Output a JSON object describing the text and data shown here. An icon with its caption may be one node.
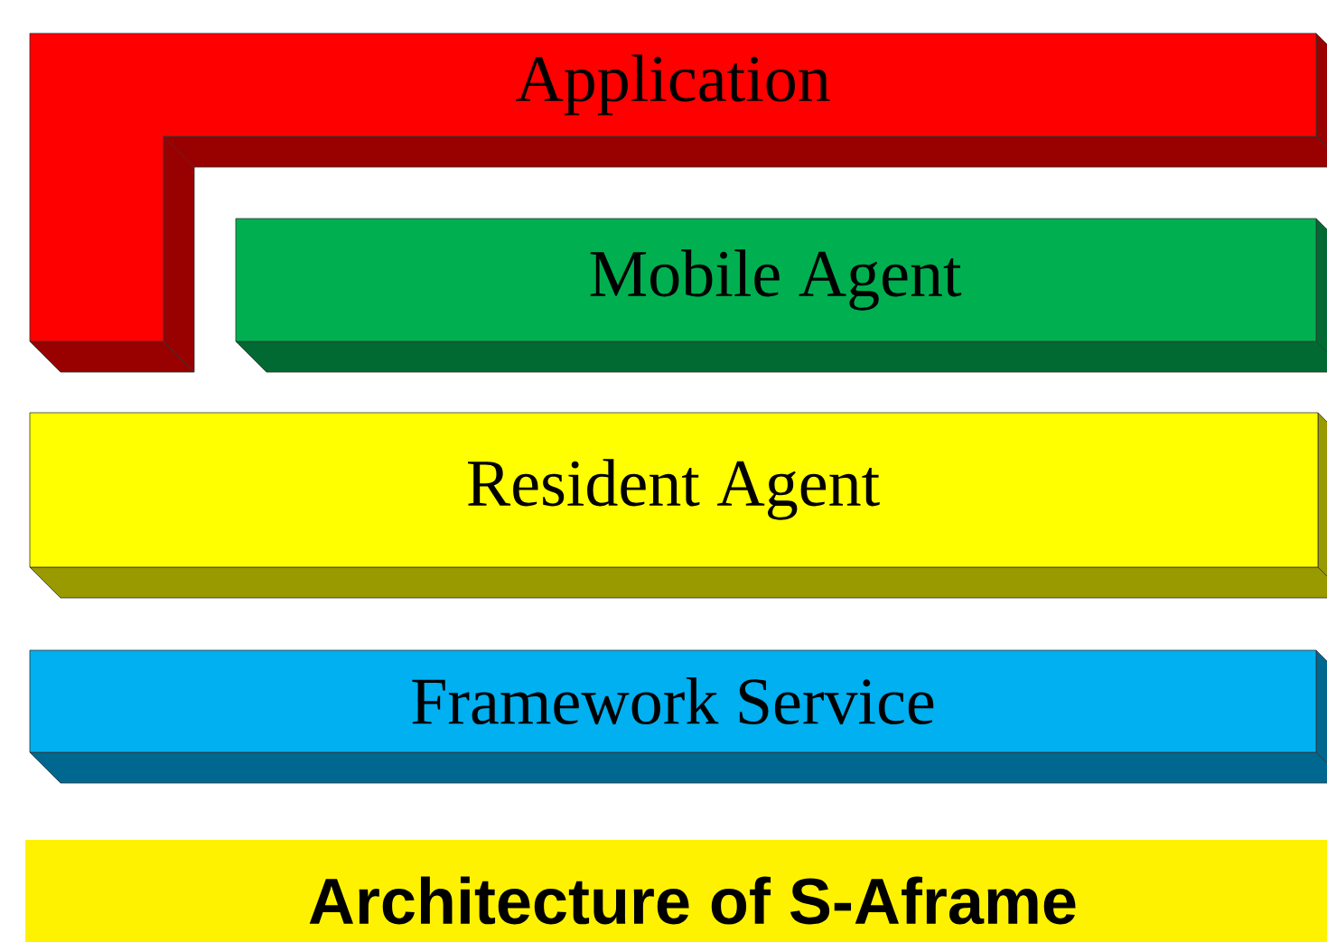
{
  "diagram": {
    "title": "Architecture of S-Aframe",
    "nodes": [
      {
        "text": [
          "Application"
        ]
      },
      {
        "text": [
          "Mobile Agent"
        ]
      },
      {
        "text": [
          "Resident Agent"
        ]
      },
      {
        "text": [
          "Framework Service"
        ]
      }
    ]
  }
}
